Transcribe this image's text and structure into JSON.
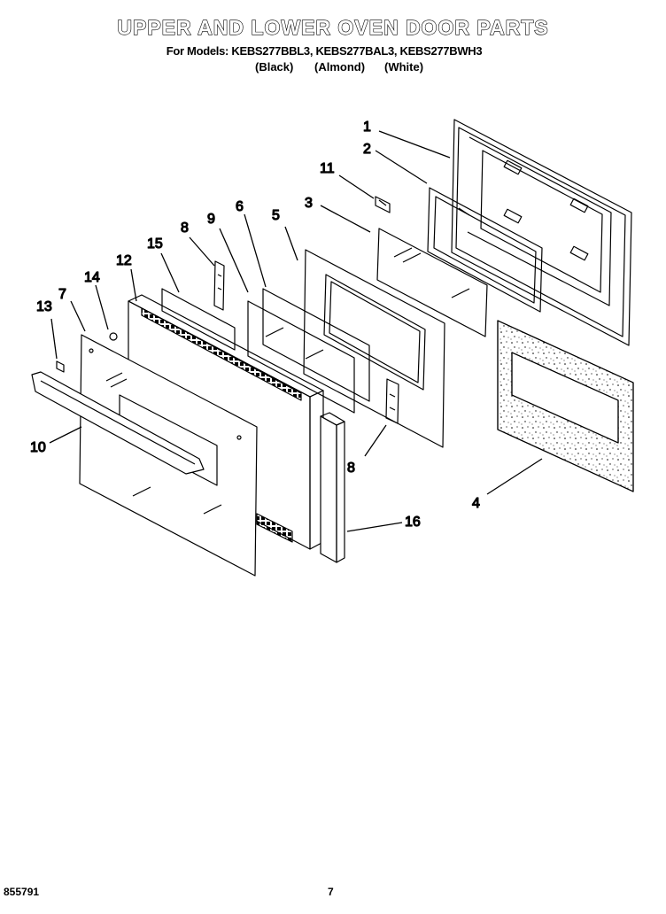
{
  "title": "UPPER AND LOWER OVEN DOOR PARTS",
  "models_line": "For Models: KEBS277BBL3, KEBS277BAL3, KEBS277BWH3",
  "colors": {
    "black": "(Black)",
    "almond": "(Almond)",
    "white": "(White)"
  },
  "callouts": {
    "c1": "1",
    "c2": "2",
    "c3": "3",
    "c4": "4",
    "c5": "5",
    "c6": "6",
    "c7": "7",
    "c8a": "8",
    "c8b": "8",
    "c9": "9",
    "c10": "10",
    "c11": "11",
    "c12": "12",
    "c13": "13",
    "c14": "14",
    "c15": "15",
    "c16": "16"
  },
  "footer": {
    "doc_number": "855791",
    "page_number": "7"
  }
}
